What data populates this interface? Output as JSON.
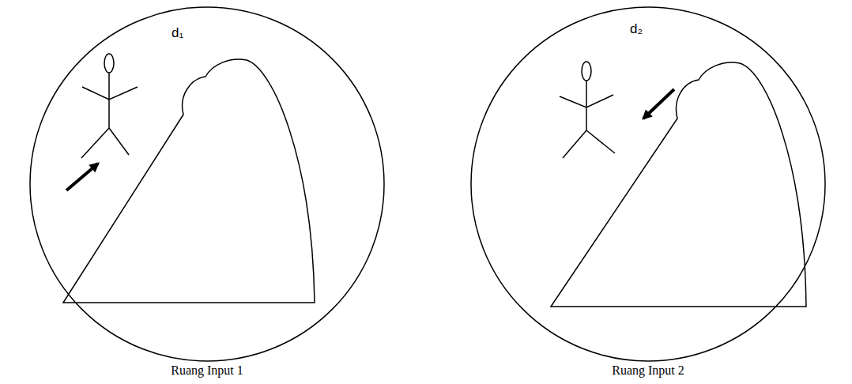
{
  "diagram": {
    "nodes": [
      {
        "text": [
          "Ruang Input 1"
        ]
      },
      {
        "text": [
          "Ruang Input 2"
        ]
      }
    ],
    "labels": [
      "d₁",
      "d₂"
    ]
  }
}
